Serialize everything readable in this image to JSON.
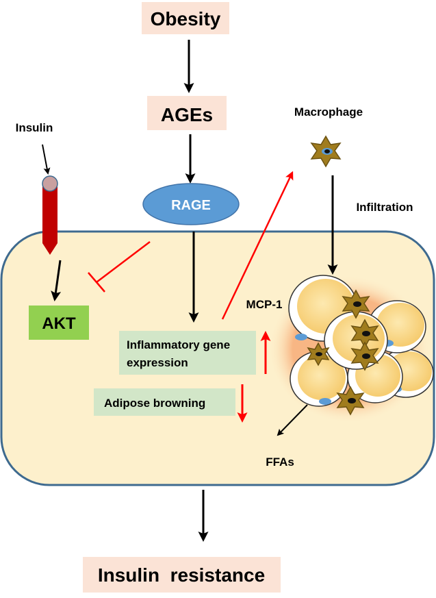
{
  "nodes": {
    "obesity": "Obesity",
    "ages": "AGEs",
    "rage": "RAGE",
    "insulin": "Insulin",
    "akt": "AKT",
    "macrophage": "Macrophage",
    "infiltration": "Infiltration",
    "mcp1": "MCP-1",
    "inflammatory_line1": "Inflammatory gene",
    "inflammatory_line2": "expression",
    "adipose_browning": "Adipose browning",
    "ffas": "FFAs",
    "insulin_resistance": "Insulin  resistance"
  },
  "colors": {
    "peach_box": "#fbe3d6",
    "green_box": "#d2e6c8",
    "akt_box": "#92d050",
    "cell_fill": "#fdf0cc",
    "cell_border": "#3e6a8f",
    "rage_fill": "#5b9bd5",
    "receptor": "#c00000",
    "receptor_cap": "#c9a0a0",
    "red_arrow": "#ff0000",
    "macrophage_fill": "#a07c1e",
    "adipocyte_fill": "#fbd98a",
    "adipocyte_glow": "#f8b07c"
  }
}
